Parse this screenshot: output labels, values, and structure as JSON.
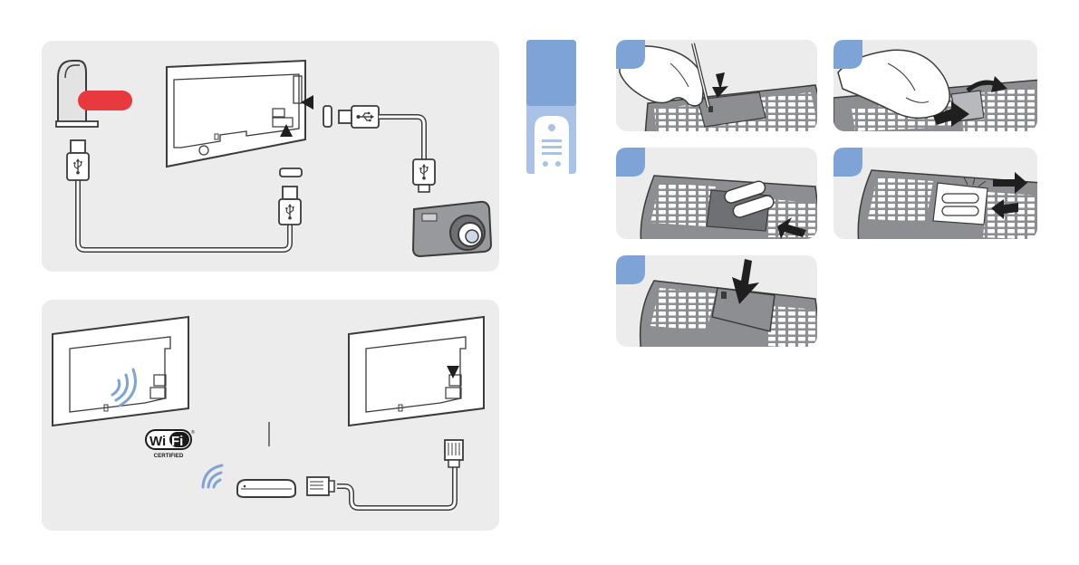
{
  "colors": {
    "panel": "#ececed",
    "outline": "#3b3b3b",
    "accent_blue": "#7ea3d6",
    "accent_light_blue": "#a9c2e6",
    "badge_red": "#e8393f",
    "wifi_blue": "#7ea3d6",
    "key_grey": "#8d8e91"
  },
  "wifi_logo": {
    "word_left": "Wi",
    "word_right": "Fi",
    "certified": "CERTIFIED",
    "registered": "®"
  },
  "icons": {
    "usb_symbol": "usb-icon",
    "remote": "remote-control-icon",
    "arrow": "arrow-icon",
    "wifi_waves": "wifi-waves-icon",
    "camera": "camera-icon",
    "router": "router-icon",
    "ethernet": "ethernet-plug-icon"
  }
}
